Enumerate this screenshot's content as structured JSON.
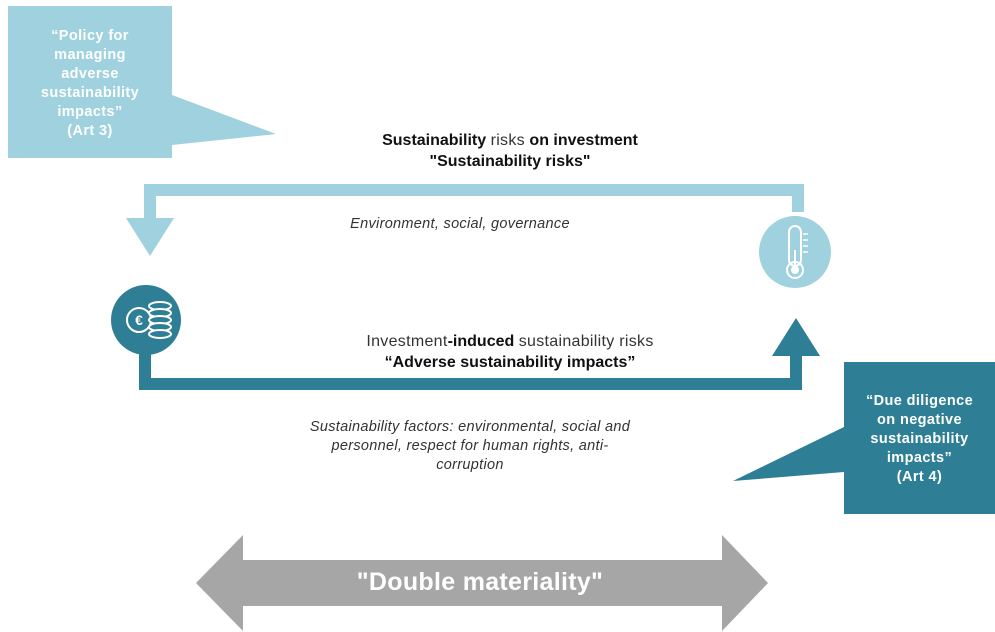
{
  "callouts": {
    "left": {
      "lines": [
        "“Policy for",
        "managing",
        "adverse",
        "sustainability",
        "impacts”",
        "(Art 3)"
      ],
      "color": "#9fd1de"
    },
    "right": {
      "lines": [
        "“Due diligence",
        "on negative",
        "sustainability",
        "impacts”",
        "(Art 4)"
      ],
      "color": "#2e7f95"
    }
  },
  "top_loop": {
    "title_bold_1": "Sustainability",
    "title_light": "risks",
    "title_bold_2": "on investment",
    "subtitle": "\"Sustainability risks\"",
    "caption": "Environment, social, governance",
    "color": "#9fd1de"
  },
  "bottom_loop": {
    "title_light_1": "Investment",
    "title_bold": "-induced",
    "title_light_2": "sustainability risks",
    "subtitle": "“Adverse sustainability impacts”",
    "caption_lines": [
      "Sustainability factors: environmental, social and",
      "personnel, respect for human rights, anti-",
      "corruption"
    ],
    "color": "#2e7f95"
  },
  "icons": {
    "money": {
      "name": "euro-coins-icon",
      "symbol": "€",
      "color": "#2e7f95"
    },
    "climate": {
      "name": "thermometer-icon",
      "color": "#9fd1de"
    }
  },
  "double_materiality": {
    "label": "\"Double materiality\"",
    "color": "#a6a6a6"
  }
}
